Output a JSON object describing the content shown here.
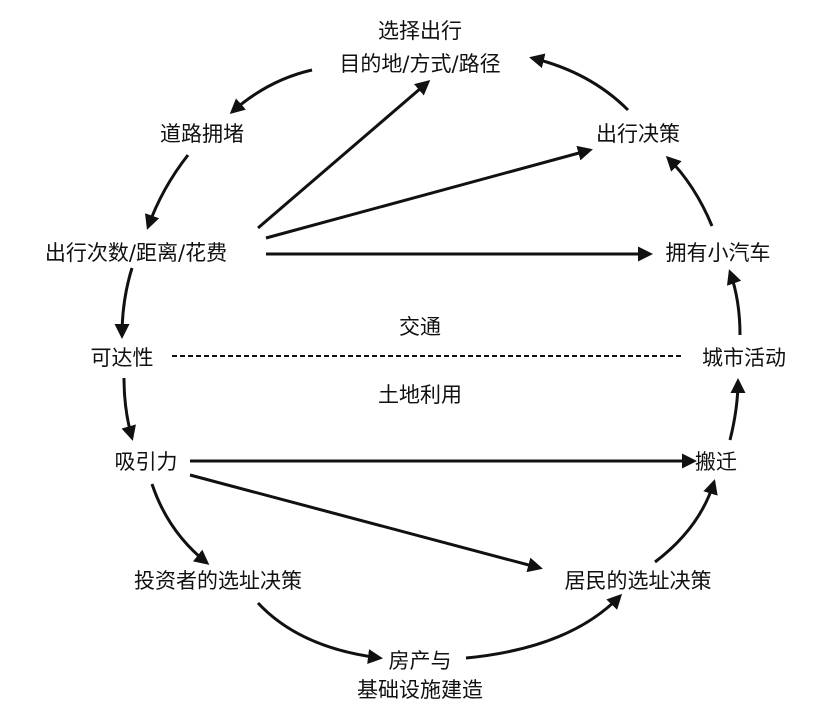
{
  "nodes": {
    "destination_choice_line1": "选择出行",
    "destination_choice_line2": "目的地/方式/路径",
    "travel_decision": "出行决策",
    "congestion": "道路拥堵",
    "trip_volume": "出行次数/距离/花费",
    "car_ownership": "拥有小汽车",
    "accessibility": "可达性",
    "urban_activity": "城市活动",
    "attractiveness": "吸引力",
    "relocation": "搬迁",
    "investor_location": "投资者的选址决策",
    "resident_location": "居民的选址决策",
    "real_estate_line1": "房产与",
    "real_estate_line2": "基础设施建造"
  },
  "sections": {
    "transport": "交通",
    "land_use": "土地利用"
  }
}
